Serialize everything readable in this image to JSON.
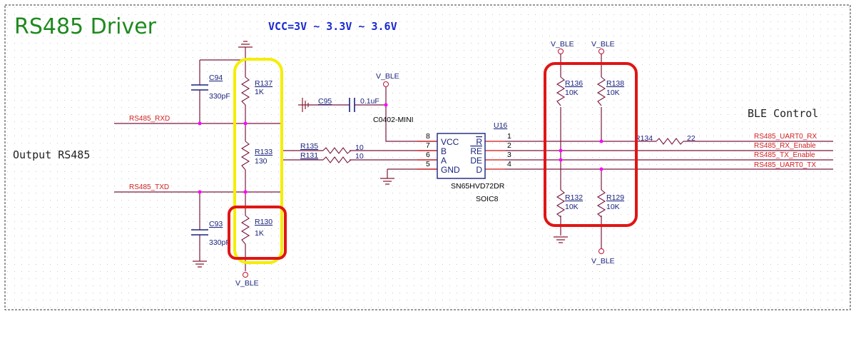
{
  "title": "RS485 Driver",
  "vcc_note": "VCC=3V ~ 3.3V ~ 3.6V",
  "left_section_label": "Output RS485",
  "right_section_label": "BLE Control",
  "power_net": "V_BLE",
  "nets": {
    "rxd": "RS485_RXD",
    "txd": "RS485_TXD",
    "uart_rx": "RS485_UART0_RX",
    "rx_enable": "RS485_RX_Enable",
    "tx_enable": "RS485_TX_Enable",
    "uart_tx": "RS485_UART0_TX"
  },
  "components": {
    "C94": {
      "ref": "C94",
      "value": "330pF"
    },
    "C93": {
      "ref": "C93",
      "value": "330pF"
    },
    "C95": {
      "ref": "C95",
      "value": "0.1uF",
      "footprint": "C0402-MINI"
    },
    "R137": {
      "ref": "R137",
      "value": "1K"
    },
    "R133": {
      "ref": "R133",
      "value": "130"
    },
    "R130": {
      "ref": "R130",
      "value": "1K"
    },
    "R135": {
      "ref": "R135",
      "value": "10"
    },
    "R131": {
      "ref": "R131",
      "value": "10"
    },
    "R136": {
      "ref": "R136",
      "value": "10K"
    },
    "R138": {
      "ref": "R138",
      "value": "10K"
    },
    "R132": {
      "ref": "R132",
      "value": "10K"
    },
    "R129": {
      "ref": "R129",
      "value": "10K"
    },
    "R134": {
      "ref": "R134",
      "value": "22"
    }
  },
  "ic": {
    "ref": "U16",
    "part": "SN65HVD72DR",
    "package": "SOIC8",
    "left_pins": [
      {
        "num": "8",
        "name": "VCC"
      },
      {
        "num": "7",
        "name": "B"
      },
      {
        "num": "6",
        "name": "A"
      },
      {
        "num": "5",
        "name": "GND"
      }
    ],
    "right_pins": [
      {
        "num": "1",
        "name": "R"
      },
      {
        "num": "2",
        "name": "RE"
      },
      {
        "num": "3",
        "name": "DE"
      },
      {
        "num": "4",
        "name": "D"
      }
    ]
  },
  "highlights": {
    "yellow": "#f5ee00",
    "red": "#e01515"
  }
}
